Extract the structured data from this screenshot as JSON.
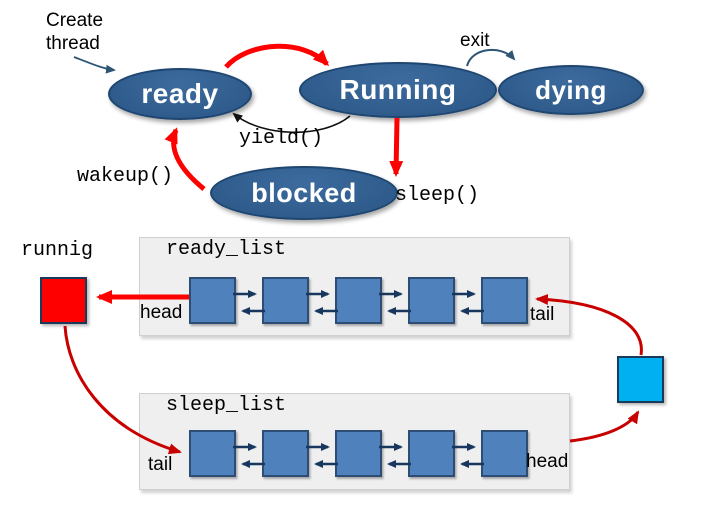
{
  "states": {
    "ready": "ready",
    "running": "Running",
    "dying": "dying",
    "blocked": "blocked",
    "create_label": "Create\nthread",
    "transitions": {
      "exit": "exit",
      "yield": "yield()",
      "wakeup": "wakeup()",
      "sleep": "sleep()"
    }
  },
  "lists": {
    "running_pointer_label": "runnig",
    "ready_list": {
      "title": "ready_list",
      "head_label": "head",
      "tail_label": "tail",
      "node_count": 5
    },
    "sleep_list": {
      "title": "sleep_list",
      "tail_label": "tail",
      "head_label": "head",
      "node_count": 5
    }
  },
  "colors": {
    "state_fill": "#2f5c8c",
    "state_border": "#1e4671",
    "node_fill": "#4f81bd",
    "node_border": "#2e4d75",
    "running_square": "#ff0000",
    "new_square": "#00b0f0",
    "thick_arrow_red": "#ff0000",
    "curve_arrow_red": "#c80000",
    "link_arrow_navy": "#17375e",
    "list_box_bg": "#efefef"
  }
}
